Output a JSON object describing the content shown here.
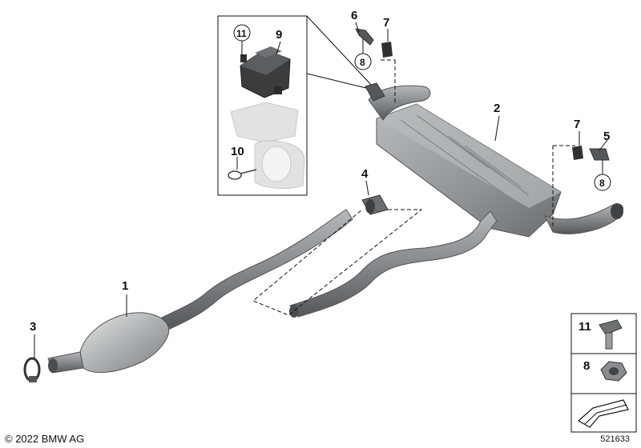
{
  "callouts": {
    "c1": "1",
    "c2": "2",
    "c3": "3",
    "c4": "4",
    "c5": "5",
    "c6": "6",
    "c7a": "7",
    "c7b": "7",
    "c8a": "8",
    "c8b": "8",
    "c9": "9",
    "c10": "10",
    "c11": "11"
  },
  "legend": {
    "item11": "11",
    "item8": "8"
  },
  "footer": {
    "copyright": "© 2022 BMW AG",
    "diagram_id": "521633"
  },
  "colors": {
    "pipe": "#8a8d90",
    "pipe_dark": "#5e6164",
    "muffler": "#9a9d9f",
    "ghost": "#dcdcdc"
  }
}
